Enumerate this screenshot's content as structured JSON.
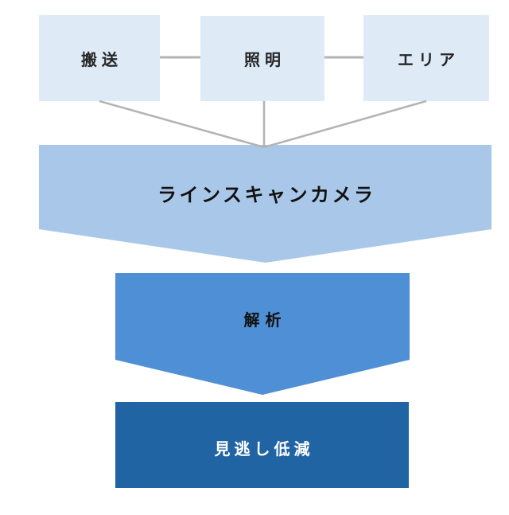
{
  "diagram": {
    "inputs": [
      {
        "id": "transport",
        "label": "搬送"
      },
      {
        "id": "lighting",
        "label": "照明"
      },
      {
        "id": "area",
        "label": "エリア"
      }
    ],
    "camera": {
      "label": "ラインスキャンカメラ"
    },
    "analysis": {
      "label": "解析"
    },
    "result": {
      "label": "見逃し低減"
    }
  },
  "colors": {
    "background": "#FFFFFF",
    "input_box_fill": "#DEEAF6",
    "camera_band_fill": "#A9C8E9",
    "analysis_chevron_fill": "#4E8FD5",
    "result_box_fill": "#2164A4",
    "connector": "#B3B3B3",
    "input_label_text": "#262626",
    "dark_label_text": "#111111",
    "result_label_text": "#FFFFFF"
  }
}
